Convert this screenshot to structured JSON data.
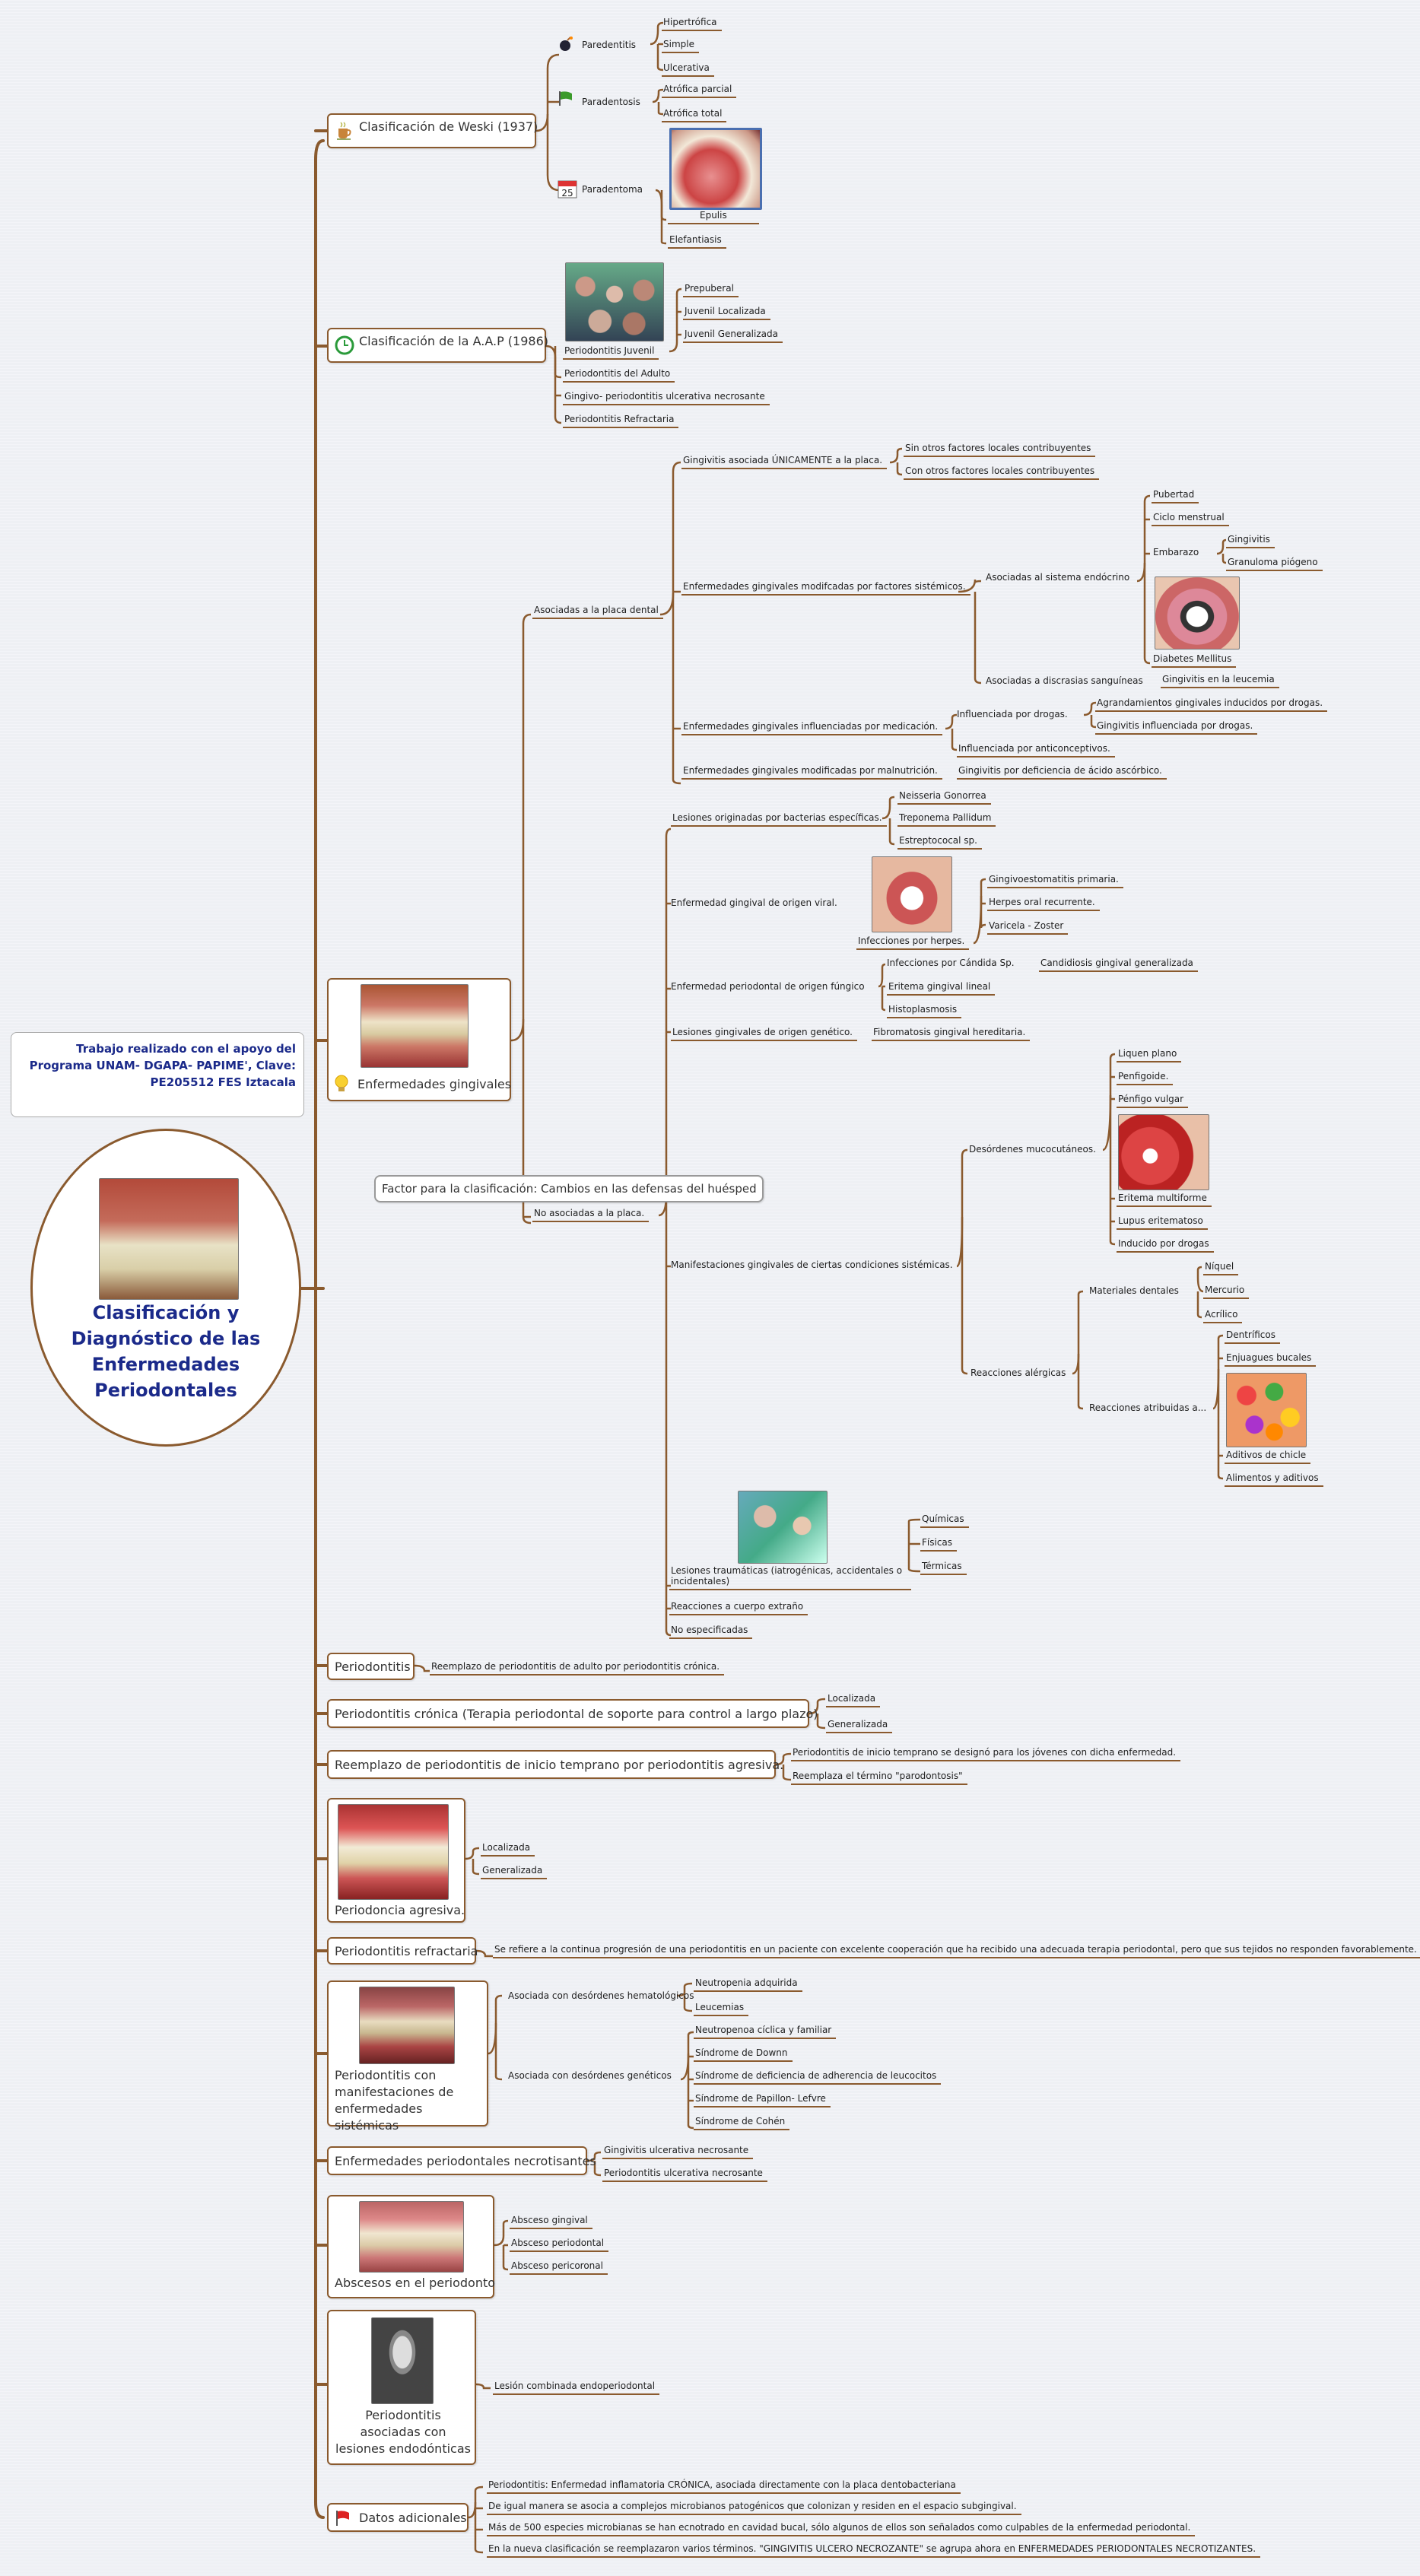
{
  "root": {
    "title": "Clasificación y Diagnóstico de las Enfermedades Periodontales",
    "credit": "Trabajo realizado con el apoyo del Programa UNAM- DGAPA- PAPIME', Clave: PE205512 FES Iztacala"
  },
  "weski": {
    "title": "Clasificación de Weski (1937)",
    "paredentitis": "Paredentitis",
    "hipertrofica": "Hipertrófica",
    "simple": "Simple",
    "ulcerativa": "Ulcerativa",
    "paradentosis": "Paradentosis",
    "atrofica_parcial": "Atrófica parcial",
    "atrofica_total": "Atrófica total",
    "paradentoma": "Paradentoma",
    "epulis": "Epulis",
    "elefantiasis": "Elefantiasis",
    "calendar_day": "25"
  },
  "aap": {
    "title": "Clasificación de la A.A.P (1986)",
    "juvenil": "Periodontitis Juvenil",
    "prepuberal": "Prepuberal",
    "juvenil_localizada": "Juvenil Localizada",
    "juvenil_generalizada": "Juvenil Generalizada",
    "adulto": "Periodontitis del Adulto",
    "gingivo": "Gingivo- periodontitis ulcerativa necrosante",
    "refractaria": "Periodontitis Refractaria"
  },
  "gingivales": {
    "title": "Enfermedades gingivales",
    "placa": "Asociadas a la placa dental",
    "g_unicamente": "Gingivitis asociada ÚNICAMENTE a la placa.",
    "sin_otros": "Sin otros factores locales contribuyentes",
    "con_otros": "Con otros factores locales contribuyentes",
    "sistemicos": "Enfermedades gingivales modifcadas por factores sistémicos.",
    "endocrino": "Asociadas al sistema endócrino",
    "pubertad": "Pubertad",
    "ciclo": "Ciclo menstrual",
    "embarazo": "Embarazo",
    "gingivitis": "Gingivitis",
    "granuloma": "Granuloma piógeno",
    "diabetes": "Diabetes Mellitus",
    "discrasias": "Asociadas a discrasias sanguíneas",
    "leucemia": "Gingivitis en la leucemia",
    "medicacion": "Enfermedades gingivales influenciadas por medicación.",
    "por_drogas": "Influenciada por drogas.",
    "agrandamientos": "Agrandamientos gingivales inducidos por drogas.",
    "g_drogas": "Gingivitis influenciada por drogas.",
    "anticonceptivos": "Influenciada por anticonceptivos.",
    "malnutricion": "Enfermedades gingivales modificadas por malnutrición.",
    "ascorbico": "Gingivitis por deficiencia de ácido ascórbico.",
    "factor": "Factor para la clasificación: Cambios en las defensas del huésped",
    "no_placa": "No asociadas a la placa.",
    "bacterias": "Lesiones originadas por bacterias específicas.",
    "neisseria": "Neisseria Gonorrea",
    "treponema": "Treponema Pallidum",
    "estreptococal": "Estreptococal sp.",
    "viral": "Enfermedad gingival de origen viral.",
    "herpes_inf": "Infecciones por herpes.",
    "gingivoesto": "Gingivoestomatitis primaria.",
    "herpes_rec": "Herpes oral recurrente.",
    "varicela": "Varicela - Zoster",
    "fungico": "Enfermedad periodontal de origen fúngico",
    "candida": "Infecciones por Cándida Sp.",
    "candidiosis": "Candidiosis gingival generalizada",
    "eritema_lineal": "Eritema gingival lineal",
    "histoplasmosis": "Histoplasmosis",
    "genetico": "Lesiones gingivales de origen genético.",
    "fibromatosis": "Fibromatosis gingival hereditaria.",
    "manifestaciones": "Manifestaciones gingivales de ciertas condiciones sistémicas.",
    "desordenes": "Desórdenes mucocutáneos.",
    "liquen": "Liquen plano",
    "penfigoide": "Penfigoide.",
    "penfigo": "Pénfigo vulgar",
    "eritema_multi": "Eritema multiforme",
    "lupus": "Lupus eritematoso",
    "inducido": "Inducido por drogas",
    "alergicas": "Reacciones alérgicas",
    "materiales": "Materiales dentales",
    "niquel": "Níquel",
    "mercurio": "Mercurio",
    "acrilico": "Acrílico",
    "atribuidas": "Reacciones atribuidas a...",
    "dentrificos": "Dentríficos",
    "enjuagues": "Enjuagues bucales",
    "aditivos": "Aditivos de chicle",
    "alimentos": "Alimentos y aditivos",
    "traumaticas": "Lesiones traumáticas (iatrogénicas, accidentales o incidentales)",
    "quimicas": "Químicas",
    "fisicas": "Físicas",
    "termicas": "Térmicas",
    "cuerpo": "Reacciones a cuerpo extraño",
    "no_esp": "No especificadas"
  },
  "periodontitis": {
    "title": "Periodontitis",
    "note": "Reemplazo de periodontitis de adulto por periodontitis crónica."
  },
  "cronica": {
    "title": "Periodontitis crónica (Terapia periodontal de soporte para control a largo plazo)",
    "localizada": "Localizada",
    "generalizada": "Generalizada"
  },
  "temprano": {
    "title": "Reemplazo de periodontitis de inicio temprano por periodontitis agresiva.",
    "n1": "Periodontitis de inicio temprano se designó para los jóvenes con dicha enfermedad.",
    "n2": "Reemplaza el término \"parodontosis\""
  },
  "agresiva": {
    "title": "Periodoncia agresiva.",
    "localizada": "Localizada",
    "generalizada": "Generalizada"
  },
  "refractaria": {
    "title": "Periodontitis refractaria",
    "note": "Se refiere a la continua progresión de una periodontitis en un paciente con excelente cooperación que ha recibido una adecuada terapia periodontal, pero que sus tejidos no responden favorablemente."
  },
  "sistemicas": {
    "title": "Periodontitis con manifestaciones de enfermedades sistémicas",
    "hemato": "Asociada con desórdenes hematológicos",
    "neutropenia_adq": "Neutropenia adquirida",
    "leucemias": "Leucemias",
    "geneticos": "Asociada con desórdenes genéticos",
    "neutropenia_cic": "Neutropenoa cíclica y familiar",
    "down": "Síndrome de Downn",
    "adherencia": "Síndrome de deficiencia de adherencia de leucocitos",
    "papillon": "Síndrome de Papillon- Lefvre",
    "cohen": "Síndrome de Cohén"
  },
  "necrotisantes": {
    "title": "Enfermedades periodontales necrotisantes",
    "gingivitis": "Gingivitis ulcerativa necrosante",
    "periodontitis": "Periodontitis ulcerativa necrosante"
  },
  "abscesos": {
    "title": "Abscesos en el periodonto",
    "gingival": "Absceso gingival",
    "periodontal": "Absceso periodontal",
    "pericoronal": "Absceso pericoronal"
  },
  "endodonticas": {
    "title": "Periodontitis asociadas con lesiones endodónticas",
    "note": "Lesión combinada endoperiodontal"
  },
  "adicionales": {
    "title": "Datos adicionales",
    "n1": "Periodontitis: Enfermedad inflamatoria CRÓNICA, asociada directamente con la placa dentobacteriana",
    "n2": "De igual manera se asocia a complejos microbianos patogénicos que colonizan y residen en el espacio subgingival.",
    "n3": "Más de 500 especies microbianas se han ecnotrado en cavidad bucal, sólo algunos de ellos son señalados como culpables de la enfermedad periodontal.",
    "n4": "En la nueva clasificación se reemplazaron varios términos. \"GINGIVITIS ULCERO NECROZANTE\" se agrupa ahora en ENFERMEDADES PERIODONTALES NECROTIZANTES."
  },
  "colors": {
    "branch": "#8a5a2e",
    "title": "#1b2a8a",
    "background": "#eef0f4"
  }
}
